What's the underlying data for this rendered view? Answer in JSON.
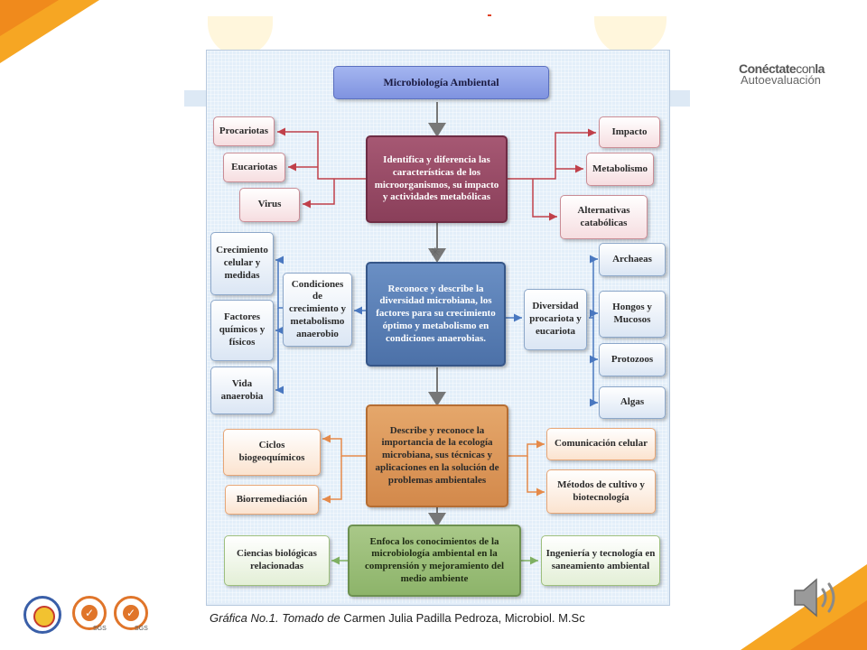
{
  "branding": {
    "logo_bold": "Conéctate",
    "logo_light": "con",
    "logo_bold2": "la",
    "logo_sub": "Autoevaluación",
    "sgs_label_1": "SGS",
    "sgs_label_2": "SGS"
  },
  "diagram": {
    "title": "Microbiología Ambiental",
    "central_1": "Identifica  y diferencia las características de los microorganismos, su impacto y actividades metabólicas",
    "central_2": "Reconoce y describe la diversidad microbiana, los factores para su crecimiento óptimo y metabolismo en condiciones anaerobias.",
    "central_3": "Describe y reconoce la importancia de la ecología microbiana, sus técnicas y aplicaciones en la solución de problemas ambientales",
    "central_4": "Enfoca los conocimientos de la microbiología ambiental en la comprensión y mejoramiento del medio ambiente",
    "left_1": [
      "Procariotas",
      "Eucariotas",
      "Virus"
    ],
    "right_1": [
      "Impacto",
      "Metabolismo",
      "Alternativas catabólicas"
    ],
    "mid_left_2": "Condiciones de crecimiento y metabolismo anaerobio",
    "left_2": [
      "Crecimiento celular y medidas",
      "Factores químicos y físicos",
      "Vida anaerobia"
    ],
    "mid_right_2": "Diversidad procariota y eucariota",
    "right_2": [
      "Archaeas",
      "Hongos    y Mucosos",
      "Protozoos",
      "Algas"
    ],
    "left_3": [
      "Ciclos biogeoquímicos",
      "Biorremediación"
    ],
    "right_3": [
      "Comunicación celular",
      "Métodos de cultivo y biotecnología"
    ],
    "left_4": "Ciencias biológicas relacionadas",
    "right_4": "Ingeniería y tecnología en saneamiento ambiental"
  },
  "caption": {
    "part1": "Gráfica No.1. Tomado de",
    "part2": " Carmen Julia Padilla Pedroza, Microbiol. M.Sc"
  },
  "colors": {
    "accent_orange": "#f6a623",
    "title_blue": "#7f93e0",
    "central_red": "#8a3f5a",
    "central_blue": "#4c71a8",
    "central_orange": "#d3894b",
    "central_green": "#8db46a"
  }
}
